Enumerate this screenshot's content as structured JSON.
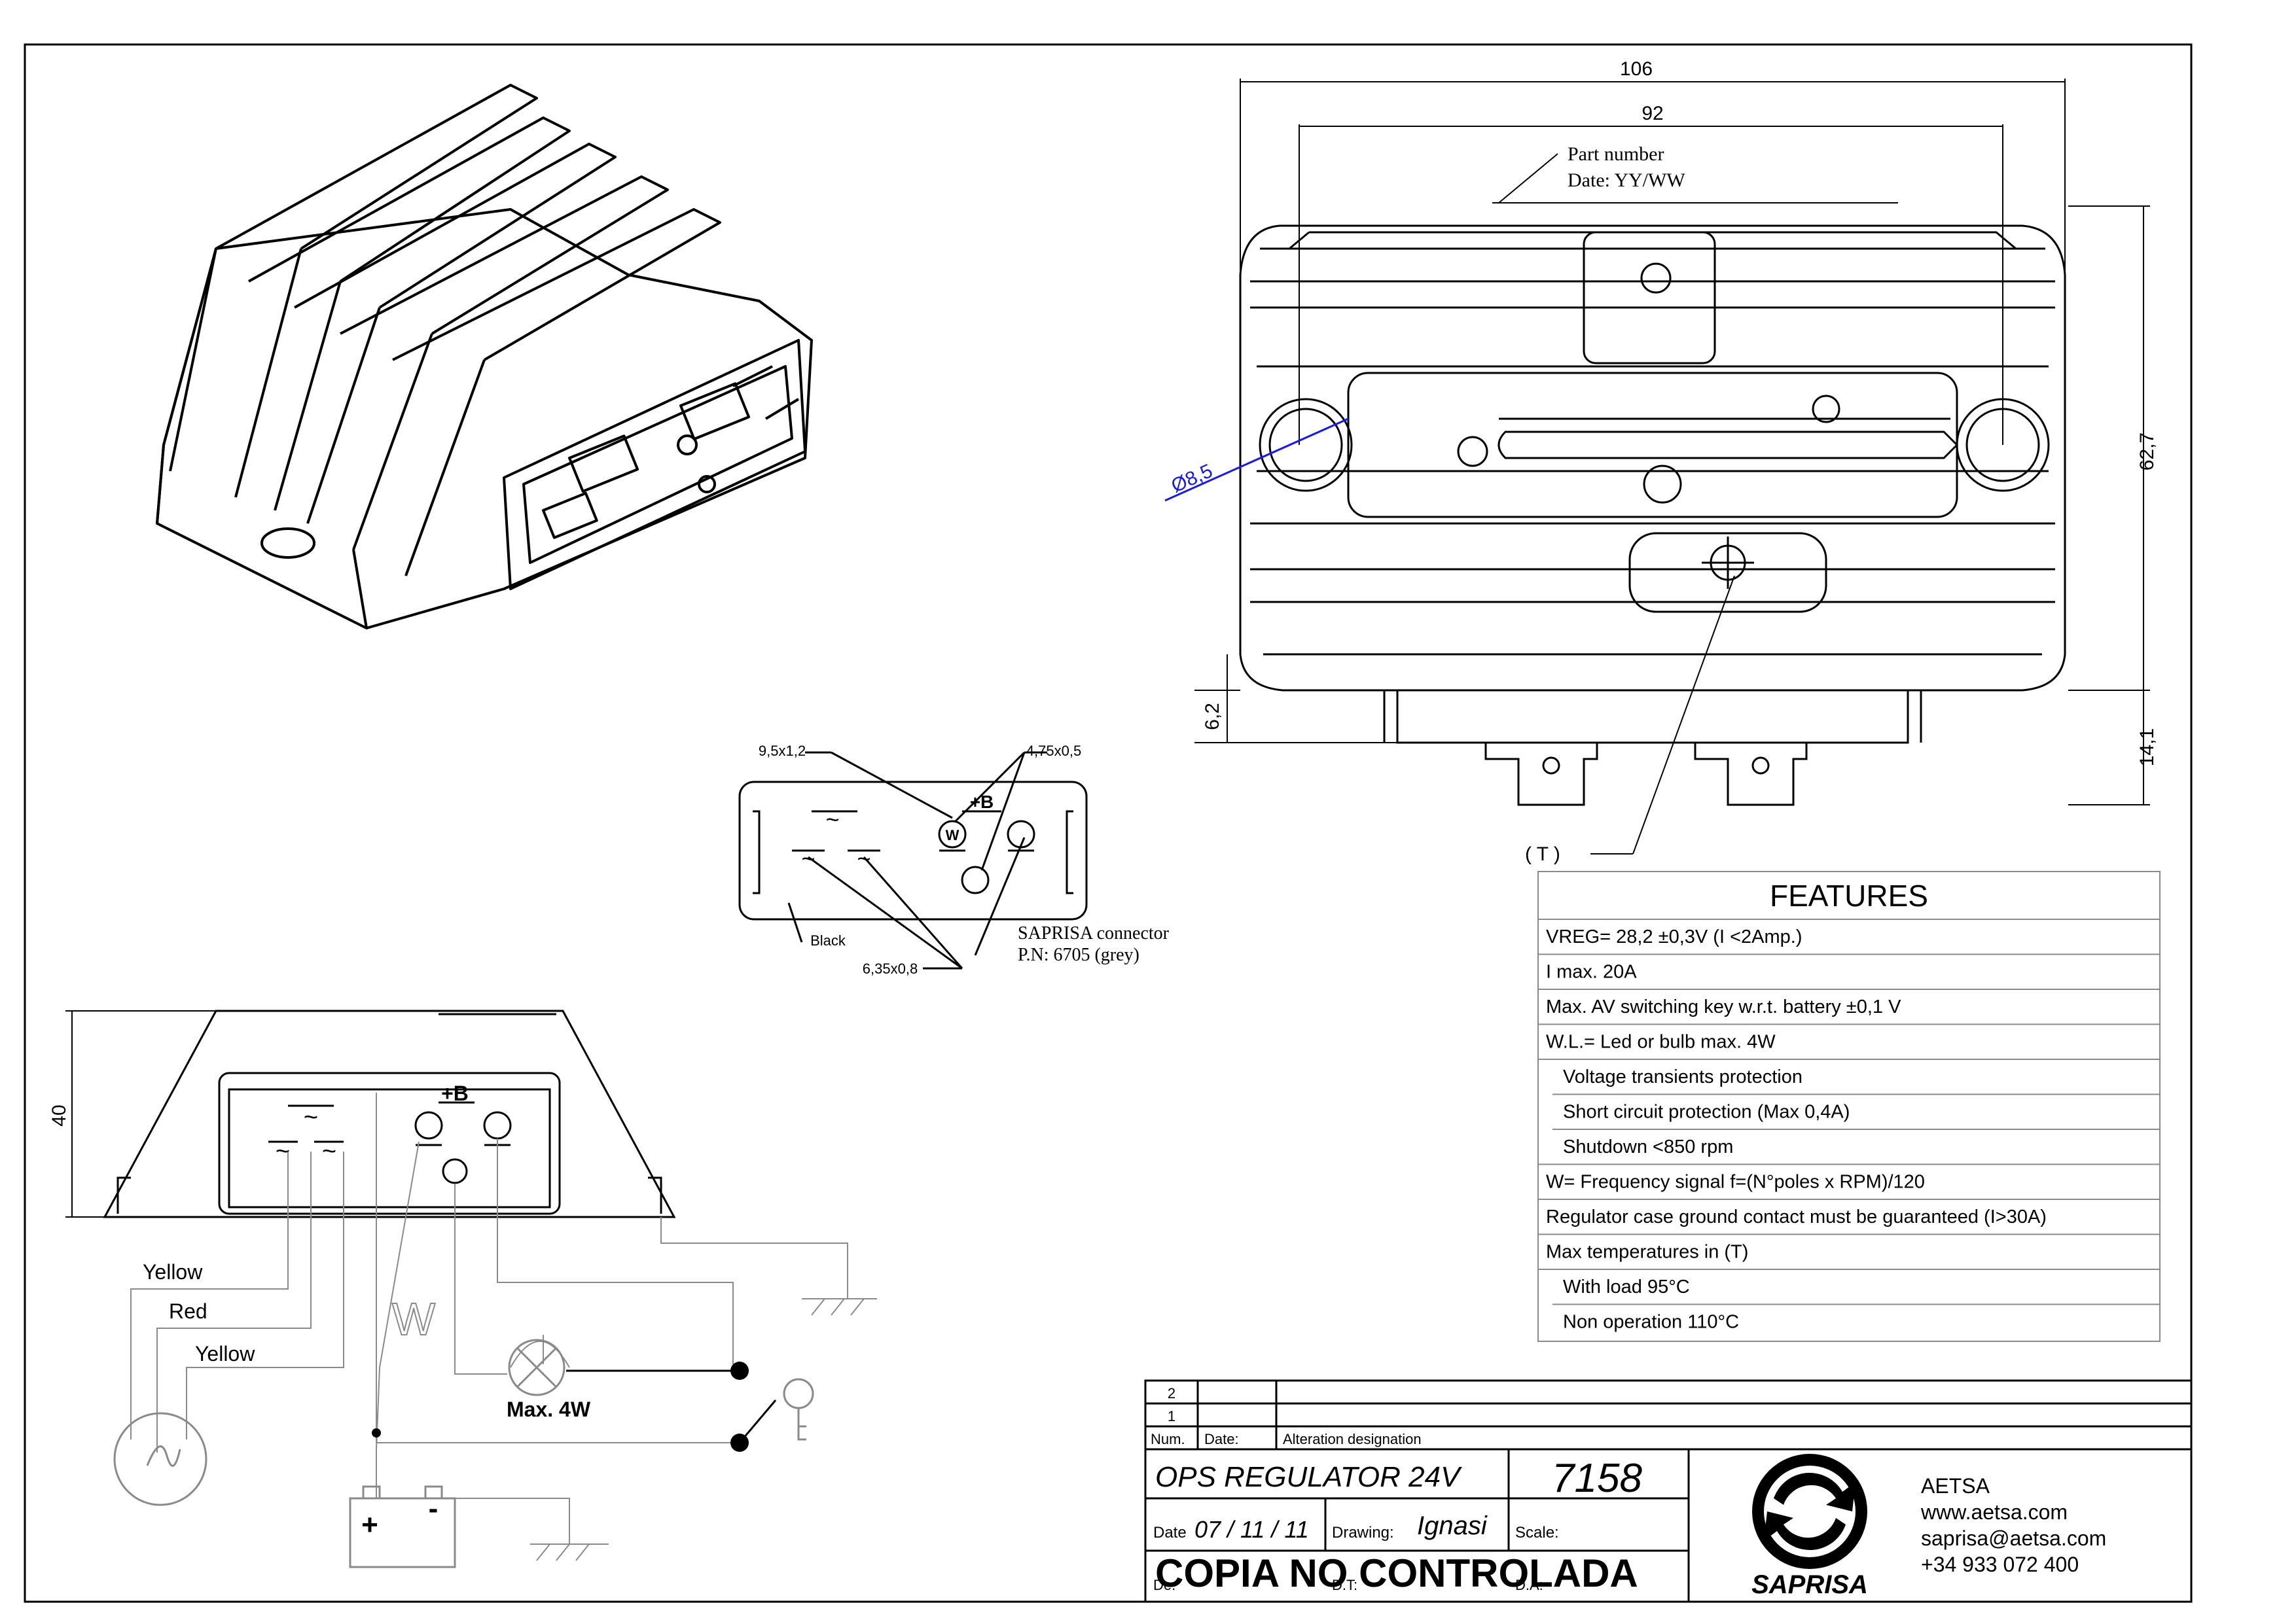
{
  "dimensions": {
    "overall_width": "106",
    "hole_pitch": "92",
    "height": "62,7",
    "terminal_height": "14,1",
    "base_offset": "6,2",
    "side_height": "40",
    "hole_diameter": "Ø8,5"
  },
  "notes": {
    "part_number": "Part number",
    "date_code": "Date: YY/WW",
    "temp_point": "( T )"
  },
  "connector": {
    "spec_flat": "9,5x1,2",
    "spec_small": "4,75x0,5",
    "spec_tab": "6,35x0,8",
    "color": "Black",
    "name": "SAPRISA connector",
    "part_number": "P.N: 6705 (grey)",
    "pin_batt": "+B",
    "pin_w": "W"
  },
  "wiring": {
    "wire1": "Yellow",
    "wire2": "Red",
    "wire3": "Yellow",
    "w_label": "W",
    "lamp": "Max. 4W",
    "plus": "+",
    "minus": "-",
    "pin_batt": "+B"
  },
  "features": {
    "title": "FEATURES",
    "items": [
      "VREG= 28,2 ±0,3V (I <2Amp.)",
      "I max. 20A",
      "Max. AV switching key w.r.t. battery  ±0,1 V",
      "W.L.= Led or bulb max. 4W",
      "Voltage transients protection",
      "Short circuit protection (Max 0,4A)",
      "Shutdown <850 rpm",
      "W= Frequency signal f=(N°poles x RPM)/120",
      "Regulator case ground contact must be guaranteed (I>30A)",
      "Max temperatures in (T)",
      "With load 95°C",
      "Non operation 110°C"
    ]
  },
  "title_block": {
    "rev2": "2",
    "rev1": "1",
    "col_num": "Num.",
    "col_date": "Date:",
    "col_alt": "Alteration designation",
    "title": "OPS REGULATOR 24V",
    "number": "7158",
    "date_label": "Date",
    "date_value": "07 / 11 / 11",
    "drawing_label": "Drawing:",
    "drawing_value": "Ignasi",
    "scale_label": "Scale:",
    "ctrl_stamp": "COPIA NO CONTROLADA",
    "de_label": "De:",
    "dt_label": "D.T:",
    "da_label": "D.A:",
    "company": "AETSA",
    "web": "www.aetsa.com",
    "email": "saprisa@aetsa.com",
    "phone": "+34 933 072 400",
    "logo_text": "SAPRISA"
  },
  "colors": {
    "line": "#000000",
    "dim_blue": "#1a1ae6",
    "grey": "#8a8a8a"
  }
}
